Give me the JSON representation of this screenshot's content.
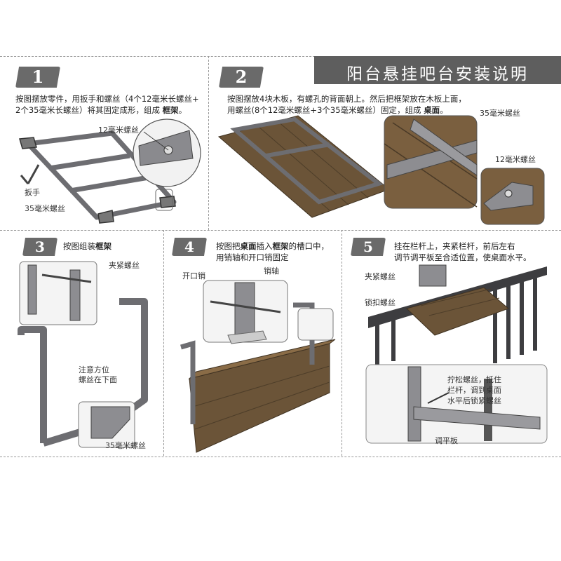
{
  "title": "阳台悬挂吧台安装说明",
  "steps": [
    {
      "number": "1",
      "line1": "按图摆放零件，用扳手和螺丝（4个12毫米长螺丝+",
      "line2_pre": "2个35毫米长螺丝）将其固定成形，组成 ",
      "line2_bold": "框架",
      "line2_post": "。",
      "labels": {
        "screw12": "12毫米螺丝",
        "wrench": "扳手",
        "screw35": "35毫米螺丝"
      }
    },
    {
      "number": "2",
      "line1": "按图摆放4块木板，有螺孔的背面朝上。然后把框架放在木板上面，",
      "line2_pre": "用螺丝(8个12毫米螺丝+3个35毫米螺丝）固定，组成 ",
      "line2_bold": "桌面",
      "line2_post": "。",
      "labels": {
        "screw35": "35毫米螺丝",
        "screw12": "12毫米螺丝"
      }
    },
    {
      "number": "3",
      "line1_pre": "按图组装",
      "line1_bold": "框架",
      "labels": {
        "clamp": "夹紧螺丝",
        "note1": "注意方位",
        "note2": "螺丝在下面",
        "screw35": "35毫米螺丝"
      }
    },
    {
      "number": "4",
      "line1_pre": "按图把",
      "line1_bold1": "桌面",
      "line1_mid": "插入",
      "line1_bold2": "框架",
      "line1_post": "的槽口中，",
      "line2": "用销轴和开口销固定",
      "labels": {
        "cotter": "开口销",
        "pin": "销轴"
      }
    },
    {
      "number": "5",
      "line1": "挂在栏杆上，夹紧栏杆，前后左右",
      "line2": "调节调平板至合适位置，使桌面水平。",
      "labels": {
        "clamp": "夹紧螺丝",
        "lock": "锁扣螺丝",
        "tip1": "拧松螺丝，抵住",
        "tip2": "栏杆，调到桌面",
        "tip3": "水平后锁紧螺丝",
        "plate": "调平板"
      }
    }
  ],
  "colors": {
    "badge": "#6a6a6a",
    "wood": "#6b5438",
    "wood_light": "#8a6c47",
    "metal": "#8d8d91",
    "metal_dark": "#5f5f63"
  }
}
